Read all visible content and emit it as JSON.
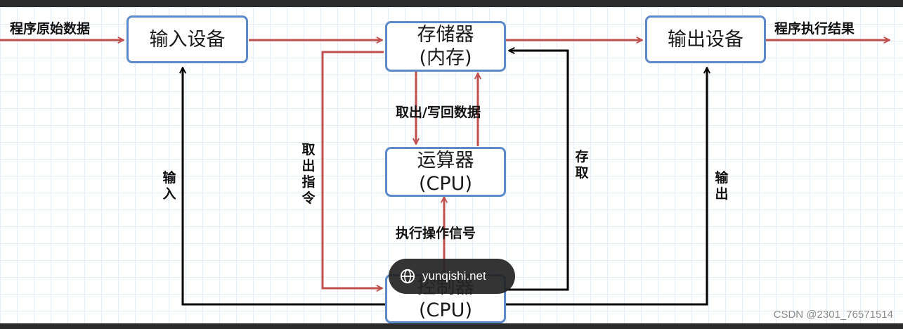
{
  "nodes": {
    "input_device": {
      "lines": [
        "输入设备"
      ]
    },
    "memory": {
      "lines": [
        "存储器",
        "(内存)"
      ]
    },
    "output_device": {
      "lines": [
        "输出设备"
      ]
    },
    "alu": {
      "lines": [
        "运算器",
        "(CPU)"
      ]
    },
    "controller": {
      "lines": [
        "控制器",
        "(CPU)"
      ]
    }
  },
  "labels": {
    "program_data": "程序原始数据",
    "program_result": "程序执行结果",
    "fetch_writeback": "取出/写回数据",
    "exec_signal": "执行操作信号",
    "fetch_instr": "取出指令",
    "access": "存取",
    "input": "输入",
    "output": "输出"
  },
  "colors": {
    "red_arrow": "#c0504d",
    "black_arrow": "#000000",
    "box_border": "#5d8ac9"
  },
  "watermark": {
    "text": "yunqishi.net",
    "icon": "globe-icon"
  },
  "credit": "CSDN @2301_76571514"
}
